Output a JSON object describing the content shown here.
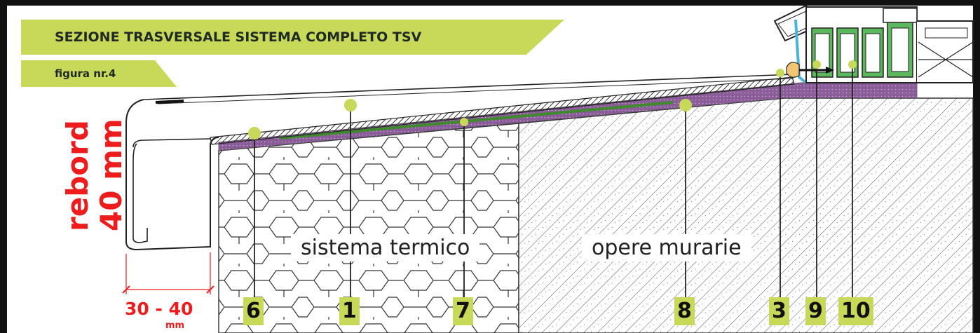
{
  "header": {
    "title": "SEZIONE TRASVERSALE SISTEMA COMPLETO TSV",
    "figure": "figura nr.4"
  },
  "regions": {
    "thermal": "sistema termico",
    "masonry": "opere murarie"
  },
  "dimensions": {
    "rebord_line1": "rebord",
    "rebord_line2": "40 mm",
    "width_value": "30 - 40",
    "width_unit": "mm"
  },
  "callouts": [
    {
      "number": "6"
    },
    {
      "number": "1"
    },
    {
      "number": "7"
    },
    {
      "number": "8"
    },
    {
      "number": "3"
    },
    {
      "number": "9"
    },
    {
      "number": "10"
    }
  ],
  "colors": {
    "accent": "#c8d858",
    "dimension": "#ee1c1c",
    "sealant": "#8a5c98",
    "profile": "#3aa84a"
  }
}
